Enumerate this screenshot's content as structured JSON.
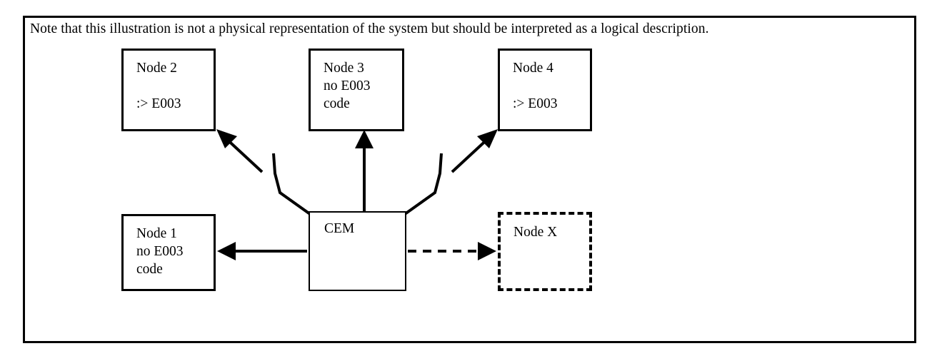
{
  "note": {
    "text": "Note that this illustration is not a physical representation of the system but should be interpreted as a logical description."
  },
  "colors": {
    "ink": "#000000",
    "paper": "#ffffff"
  },
  "diagram": {
    "type": "block-diagram",
    "nodes": [
      {
        "id": "node2",
        "label": "Node 2",
        "text": "Node 2\n\n:> E003",
        "border": "solid"
      },
      {
        "id": "node3",
        "label": "Node 3",
        "text": "Node 3\nno E003\ncode",
        "border": "solid"
      },
      {
        "id": "node4",
        "label": "Node 4",
        "text": "Node 4\n\n:> E003",
        "border": "solid"
      },
      {
        "id": "node1",
        "label": "Node 1",
        "text": "Node 1\nno E003\ncode",
        "border": "solid"
      },
      {
        "id": "cem",
        "label": "CEM",
        "text": "CEM",
        "border": "solid"
      },
      {
        "id": "nodex",
        "label": "Node X",
        "text": "Node X",
        "border": "dashed"
      }
    ],
    "connections": [
      {
        "from": "cem",
        "to": "node2",
        "style": "solid-broken",
        "arrow": "to"
      },
      {
        "from": "cem",
        "to": "node3",
        "style": "solid",
        "arrow": "to"
      },
      {
        "from": "cem",
        "to": "node4",
        "style": "solid-broken",
        "arrow": "to"
      },
      {
        "from": "cem",
        "to": "node1",
        "style": "solid",
        "arrow": "to"
      },
      {
        "from": "cem",
        "to": "nodex",
        "style": "dashed",
        "arrow": "to"
      }
    ]
  }
}
